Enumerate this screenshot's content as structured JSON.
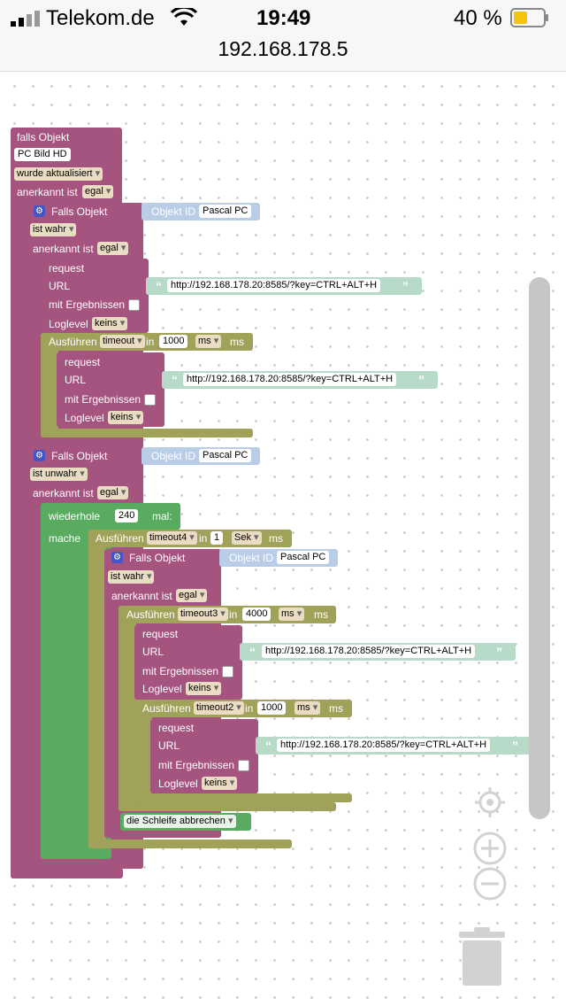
{
  "status_bar": {
    "carrier": "Telekom.de",
    "time": "19:49",
    "battery": "40 %",
    "address": "192.168.178.5"
  },
  "blocks": {
    "b1": {
      "falls": "falls Objekt",
      "obj": "PC Bild HD",
      "upd": "wurde aktualisiert",
      "ack": "anerkannt ist",
      "ack_val": "egal"
    },
    "b2": {
      "title": "Falls Objekt",
      "id_lbl": "Objekt ID",
      "id": "Pascal PC",
      "cond": "ist wahr",
      "ack": "anerkannt ist",
      "ack_val": "egal"
    },
    "r1": {
      "request": "request",
      "url": "URL",
      "url_val": "http://192.168.178.20:8585/?key=CTRL+ALT+H",
      "res": "mit Ergebnissen",
      "log": "Loglevel",
      "log_val": "keins"
    },
    "t1": {
      "run": "Ausführen",
      "name": "timeout",
      "in": "in",
      "val": "1000",
      "unit": "ms",
      "unit2": "ms"
    },
    "r2": {
      "request": "request",
      "url": "URL",
      "url_val": "http://192.168.178.20:8585/?key=CTRL+ALT+H",
      "res": "mit Ergebnissen",
      "log": "Loglevel",
      "log_val": "keins"
    },
    "b3": {
      "title": "Falls Objekt",
      "id_lbl": "Objekt ID",
      "id": "Pascal PC",
      "cond": "ist unwahr",
      "ack": "anerkannt ist",
      "ack_val": "egal"
    },
    "loop": {
      "rep": "wiederhole",
      "n": "240",
      "mal": "mal:",
      "mache": "mache"
    },
    "t4": {
      "run": "Ausführen",
      "name": "timeout4",
      "in": "in",
      "val": "1",
      "unit": "Sek",
      "unit2": "ms"
    },
    "b4": {
      "title": "Falls Objekt",
      "id_lbl": "Objekt ID",
      "id": "Pascal PC",
      "cond": "ist wahr",
      "ack": "anerkannt ist",
      "ack_val": "egal"
    },
    "t3": {
      "run": "Ausführen",
      "name": "timeout3",
      "in": "in",
      "val": "4000",
      "unit": "ms",
      "unit2": "ms"
    },
    "r3": {
      "request": "request",
      "url": "URL",
      "url_val": "http://192.168.178.20:8585/?key=CTRL+ALT+H",
      "res": "mit Ergebnissen",
      "log": "Loglevel",
      "log_val": "keins"
    },
    "t2": {
      "run": "Ausführen",
      "name": "timeout2",
      "in": "in",
      "val": "1000",
      "unit": "ms",
      "unit2": "ms"
    },
    "r4": {
      "request": "request",
      "url": "URL",
      "url_val": "http://192.168.178.20:8585/?key=CTRL+ALT+H",
      "res": "mit Ergebnissen",
      "log": "Loglevel",
      "log_val": "keins"
    },
    "brk": {
      "label": "die Schleife abbrechen"
    }
  }
}
